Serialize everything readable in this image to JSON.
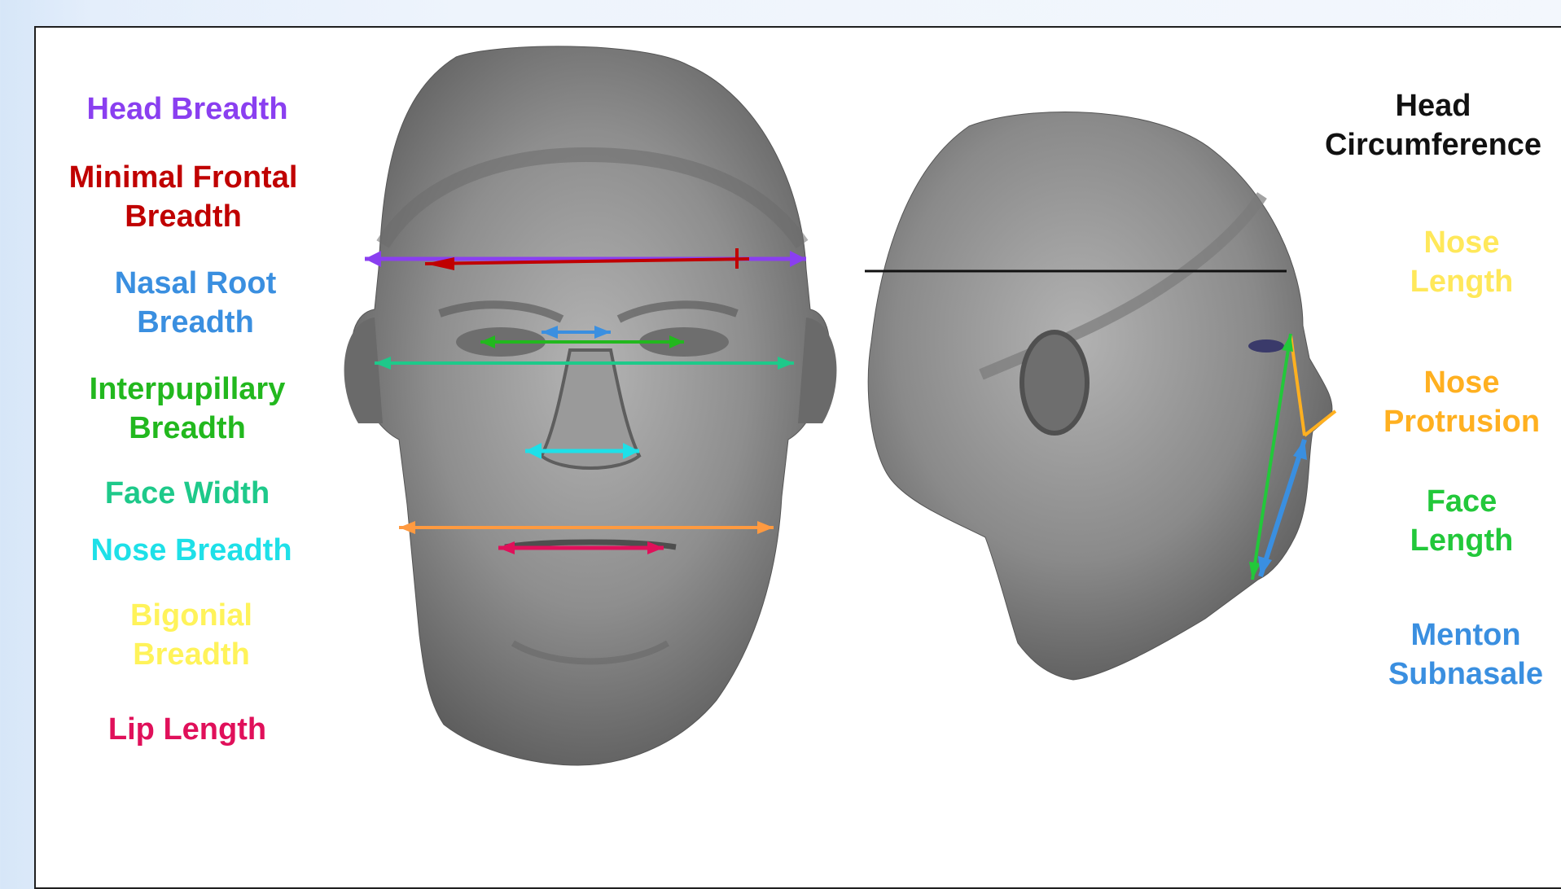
{
  "colors": {
    "head_breadth": "#8a3ff0",
    "minimal_frontal_breadth": "#c00000",
    "nasal_root_breadth": "#3a8fe0",
    "interpupillary_breadth": "#22b81e",
    "face_width": "#1ec98a",
    "nose_breadth": "#1ee0e8",
    "bigonial_breadth": "#fff35a",
    "lip_length": "#e0105a",
    "head_circumference": "#111111",
    "nose_length": "#ffe85a",
    "nose_protrusion": "#ffb020",
    "face_length": "#22c83a",
    "menton_subnasale": "#3a8fe0"
  },
  "labels": {
    "head_breadth": [
      "Head Breadth"
    ],
    "minimal_frontal_breadth": [
      "Minimal Frontal",
      "Breadth"
    ],
    "nasal_root_breadth": [
      "Nasal Root",
      "Breadth"
    ],
    "interpupillary_breadth": [
      "Interpupillary",
      "Breadth"
    ],
    "face_width": [
      "Face Width"
    ],
    "nose_breadth": [
      "Nose Breadth"
    ],
    "bigonial_breadth": [
      "Bigonial",
      "Breadth"
    ],
    "lip_length": [
      "Lip Length"
    ],
    "head_circumference": [
      "Head",
      "Circumference"
    ],
    "nose_length": [
      "Nose",
      "Length"
    ],
    "nose_protrusion": [
      "Nose",
      "Protrusion"
    ],
    "face_length": [
      "Face",
      "Length"
    ],
    "menton_subnasale": [
      "Menton",
      "Subnasale"
    ]
  }
}
